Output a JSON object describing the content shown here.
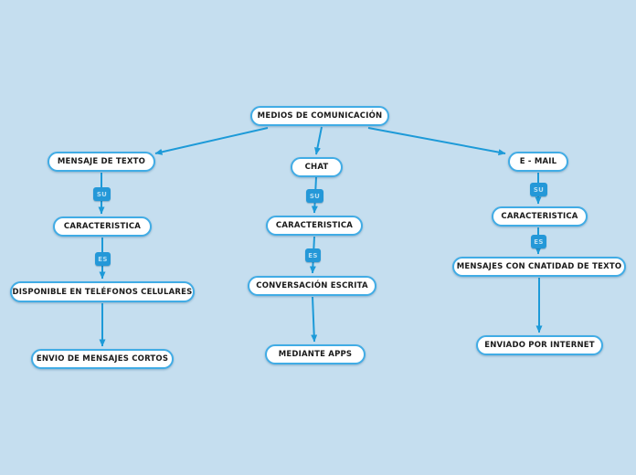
{
  "palette": {
    "background": "#c5deef",
    "accent_blue": "#1d9ad8",
    "node_border": "#41ace5",
    "node_fill": "#ffffff",
    "node_text": "#1a1a1a",
    "badge_fill": "#2498d8",
    "badge_text": "#b9def2"
  },
  "root": {
    "label": "MEDIOS DE COMUNICACIÓN"
  },
  "branches": [
    {
      "id": "mensaje-de-texto",
      "topic": "MENSAJE DE TEXTO",
      "relation_su": "SU",
      "characteristic": "CARACTERISTICA",
      "relation_es": "ES",
      "detail": "DISPONIBLE EN TELÉFONOS CELULARES",
      "leaf": "ENVIO DE MENSAJES CORTOS"
    },
    {
      "id": "chat",
      "topic": "CHAT",
      "relation_su": "SU",
      "characteristic": "CARACTERISTICA",
      "relation_es": "ES",
      "detail": "CONVERSACIÓN ESCRITA",
      "leaf": "MEDIANTE APPS"
    },
    {
      "id": "e-mail",
      "topic": "E - MAIL",
      "relation_su": "SU",
      "characteristic": "CARACTERISTICA",
      "relation_es": "ES",
      "detail": "MENSAJES CON CNATIDAD DE TEXTO",
      "leaf": "ENVIADO POR INTERNET"
    }
  ]
}
